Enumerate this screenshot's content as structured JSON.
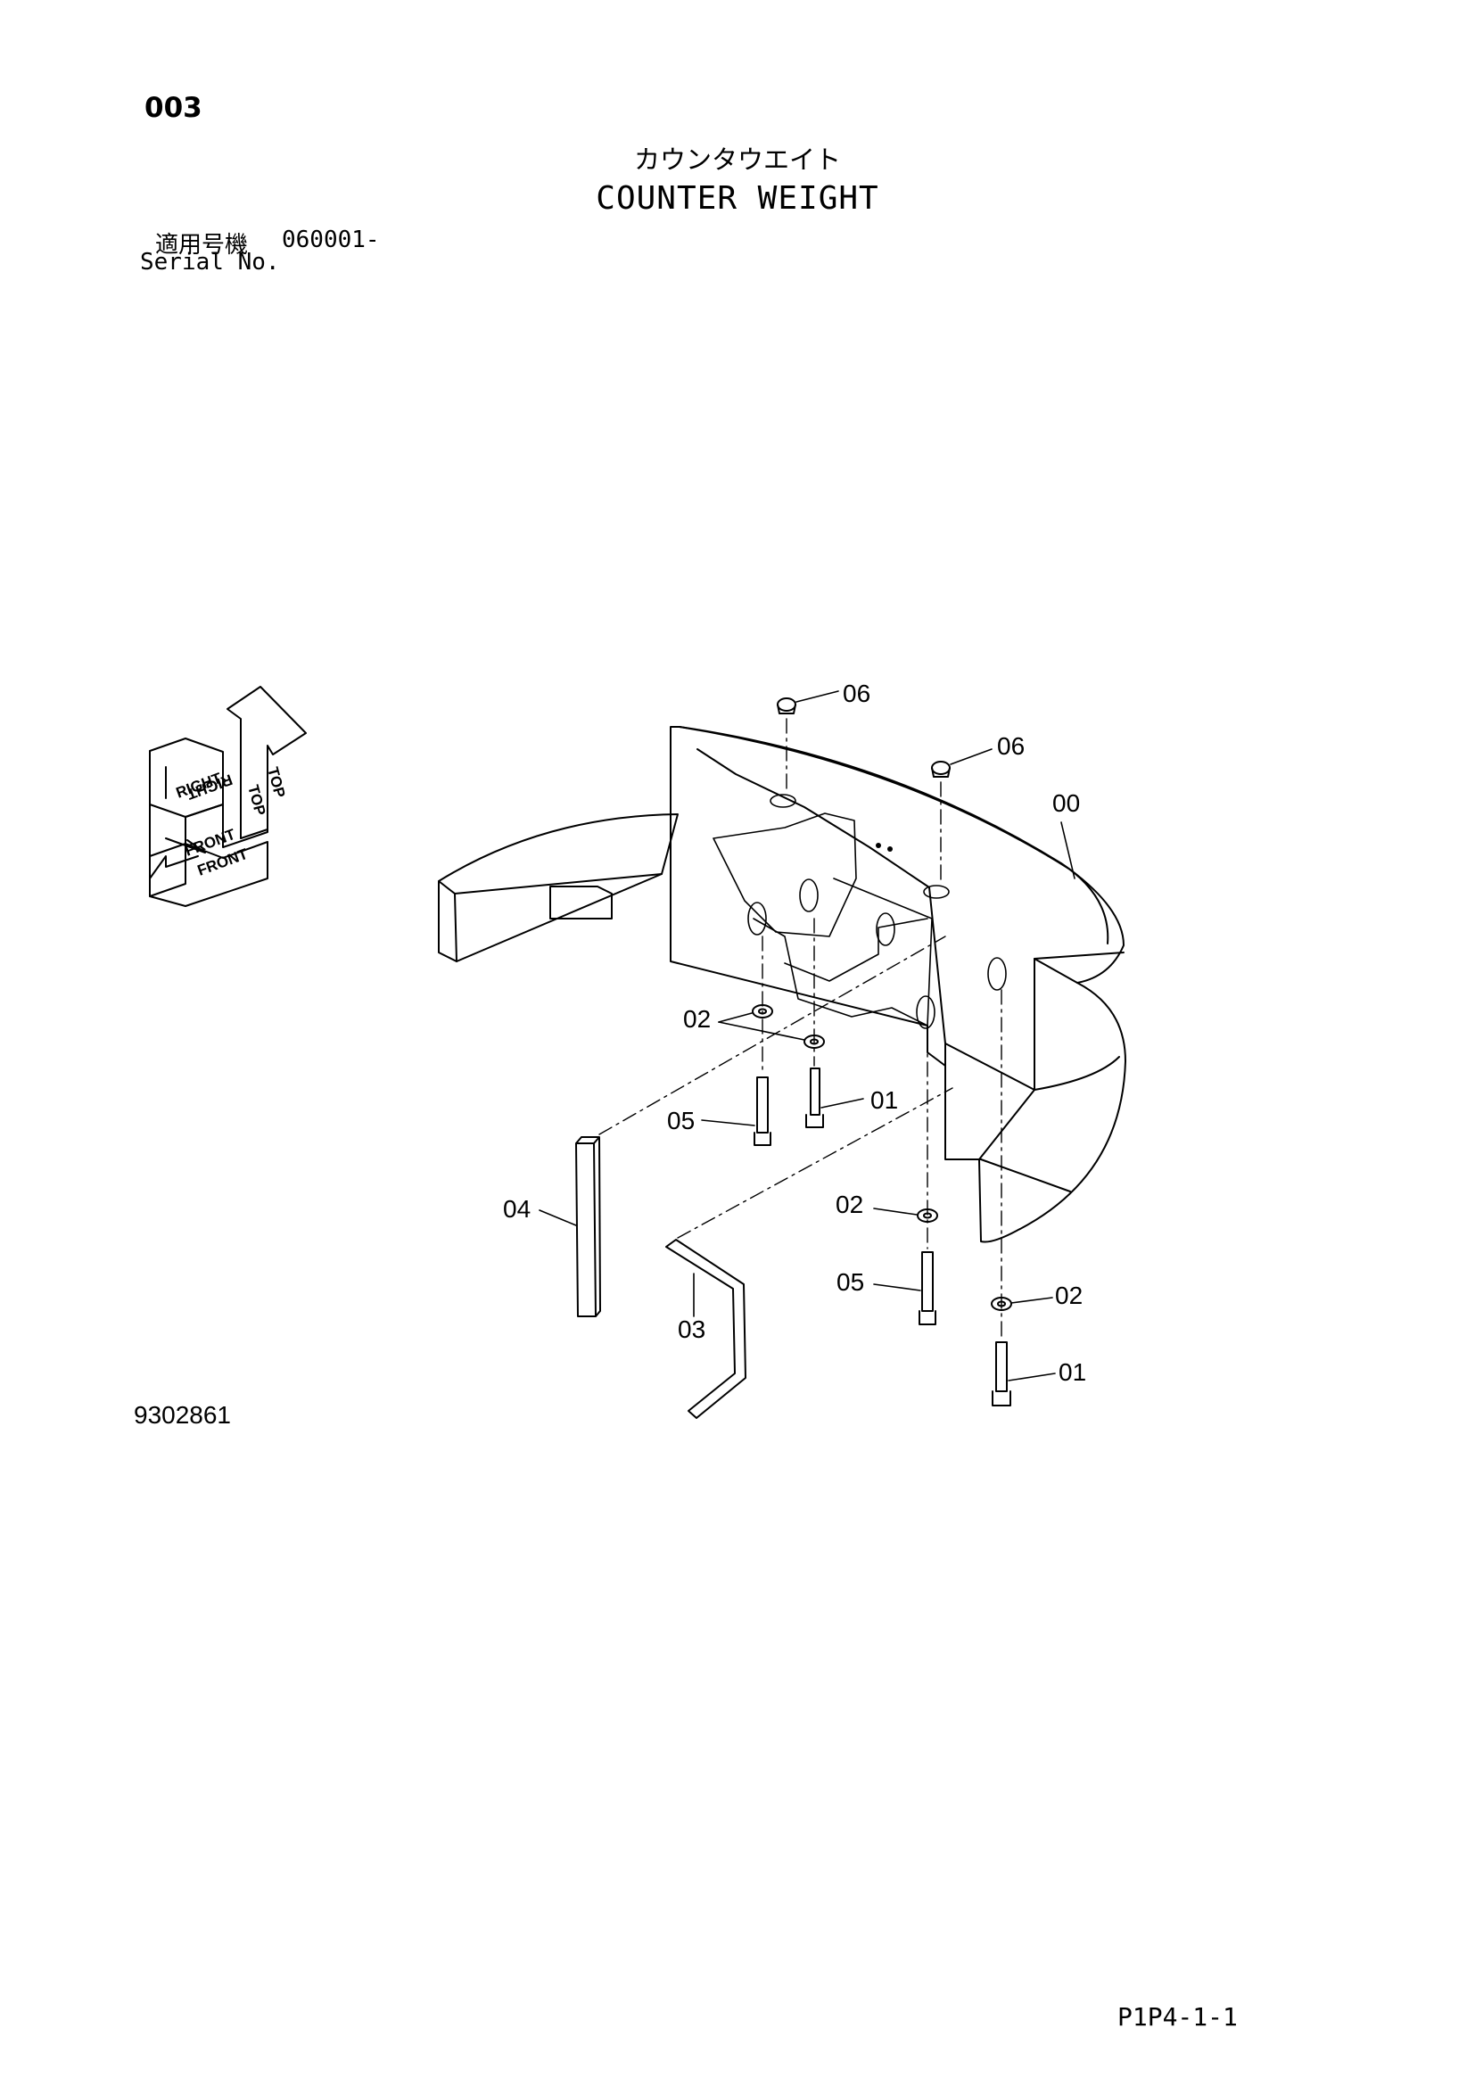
{
  "header": {
    "page_number": "003",
    "title_jp": "カウンタウエイト",
    "title_en": "COUNTER WEIGHT",
    "serial_label_jp": "適用号機",
    "serial_value": "060001-",
    "serial_label_en": "Serial No."
  },
  "orientation": {
    "top": "TOP",
    "right": "RIGHT",
    "front": "FRONT"
  },
  "callouts": {
    "c06a": "06",
    "c06b": "06",
    "c00": "00",
    "c02a": "02",
    "c01a": "01",
    "c05a": "05",
    "c04": "04",
    "c02b": "02",
    "c05b": "05",
    "c03": "03",
    "c02c": "02",
    "c01b": "01"
  },
  "footer": {
    "drawing_number": "9302861",
    "sheet_code": "P1P4-1-1"
  }
}
